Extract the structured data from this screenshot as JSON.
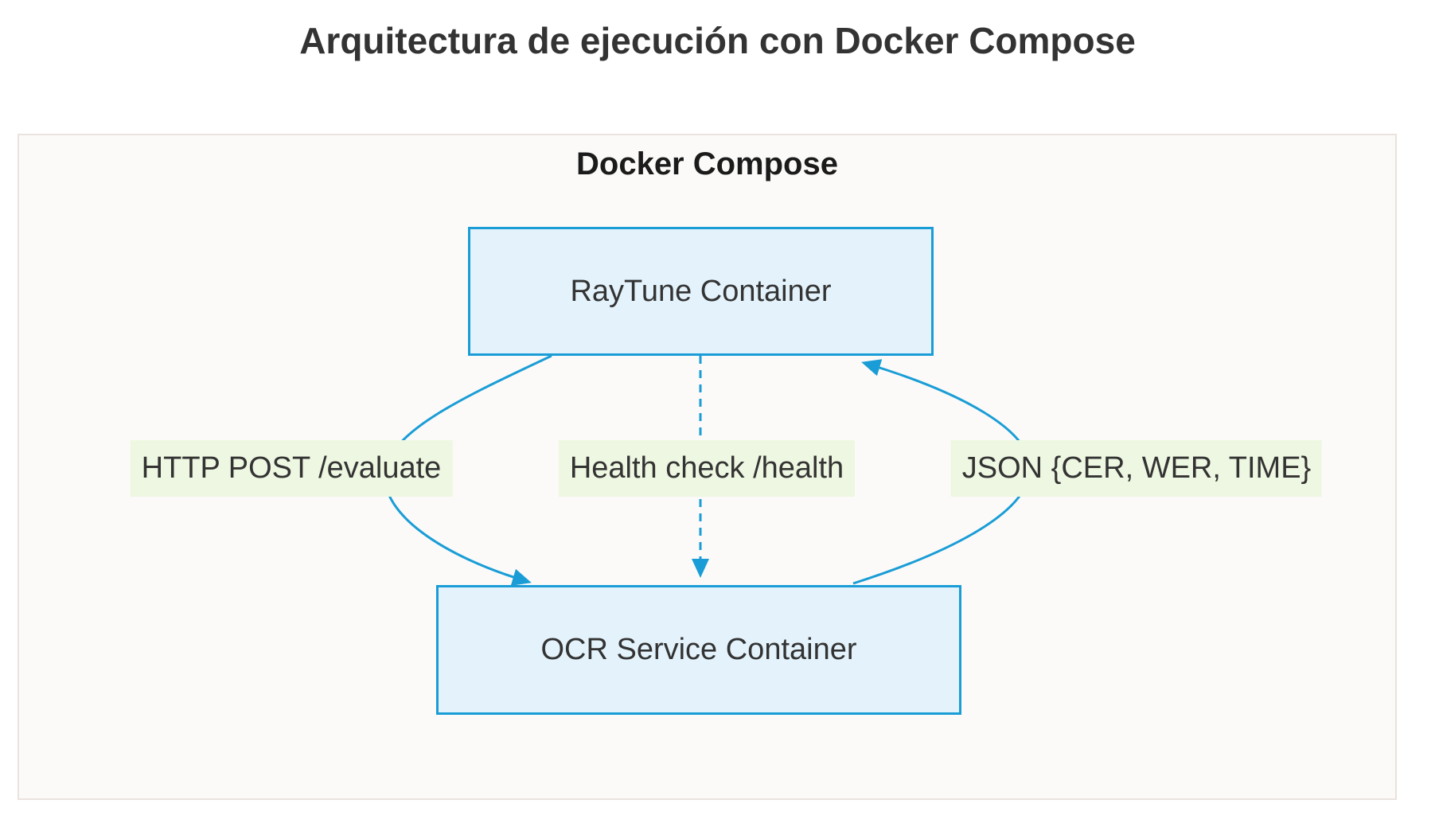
{
  "title": "Arquitectura de ejecución con Docker Compose",
  "cluster": {
    "label": "Docker Compose"
  },
  "nodes": [
    {
      "id": "raytune",
      "label": "RayTune Container"
    },
    {
      "id": "ocr",
      "label": "OCR Service Container"
    }
  ],
  "edges": [
    {
      "from": "raytune",
      "to": "ocr",
      "label": "HTTP POST /evaluate",
      "style": "solid"
    },
    {
      "from": "raytune",
      "to": "ocr",
      "label": "Health check /health",
      "style": "dashed"
    },
    {
      "from": "ocr",
      "to": "raytune",
      "label": "JSON {CER, WER, TIME}",
      "style": "solid"
    }
  ],
  "colors": {
    "edge": "#1a9dd6",
    "node_fill": "#e3f2fb",
    "node_border": "#1a9dd6",
    "edge_label_bg": "#eef7e1",
    "cluster_fill": "#fbfaf8",
    "cluster_border": "#eae2df",
    "text": "#333333",
    "cluster_title": "#1b1b1b"
  }
}
